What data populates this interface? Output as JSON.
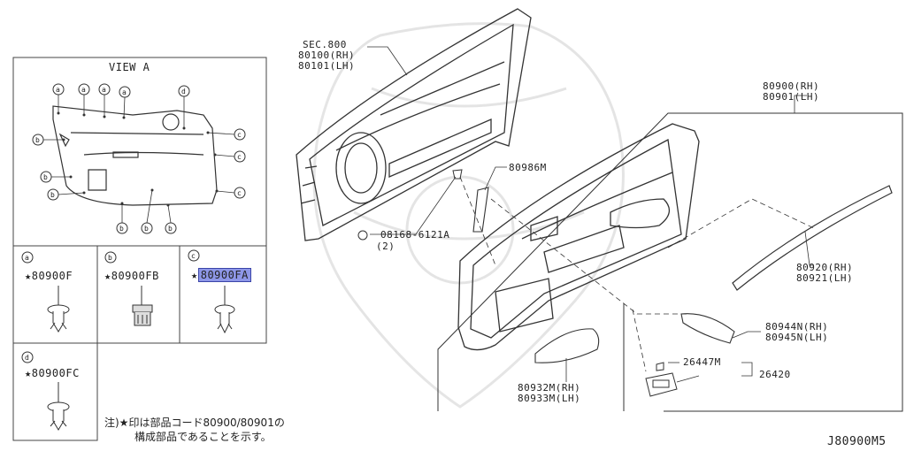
{
  "view_a": {
    "title": "VIEW A",
    "callouts": [
      "a",
      "b",
      "c",
      "d"
    ]
  },
  "clip_cells": [
    {
      "letter": "a",
      "part": "★80900F",
      "highlighted": false
    },
    {
      "letter": "b",
      "part": "★80900FB",
      "highlighted": false
    },
    {
      "letter": "c",
      "part": "★80900FA",
      "highlighted": true
    },
    {
      "letter": "d",
      "part": "★80900FC",
      "highlighted": false
    }
  ],
  "labels": {
    "sec_title": "SEC.800",
    "sec_rh": "80100(RH)",
    "sec_lh": "80101(LH)",
    "trim_rh": "80900(RH)",
    "trim_lh": "80901(LH)",
    "bracket": "80986M",
    "screw": "08168-6121A",
    "screw_qty": "(2)",
    "strip_rh": "80920(RH)",
    "strip_lh": "80921(LH)",
    "cover_rh": "80944N(RH)",
    "cover_lh": "80945N(LH)",
    "pad_rh": "80932M(RH)",
    "pad_lh": "80933M(LH)",
    "bulb": "26447M",
    "lamp": "26420"
  },
  "note": {
    "line1": "注)★印は部品コード80900/80901の",
    "line2": "構成部品であることを示す。"
  },
  "diagram_id": "J80900M5",
  "colors": {
    "highlight": "#8e97e8",
    "line": "#333333"
  }
}
